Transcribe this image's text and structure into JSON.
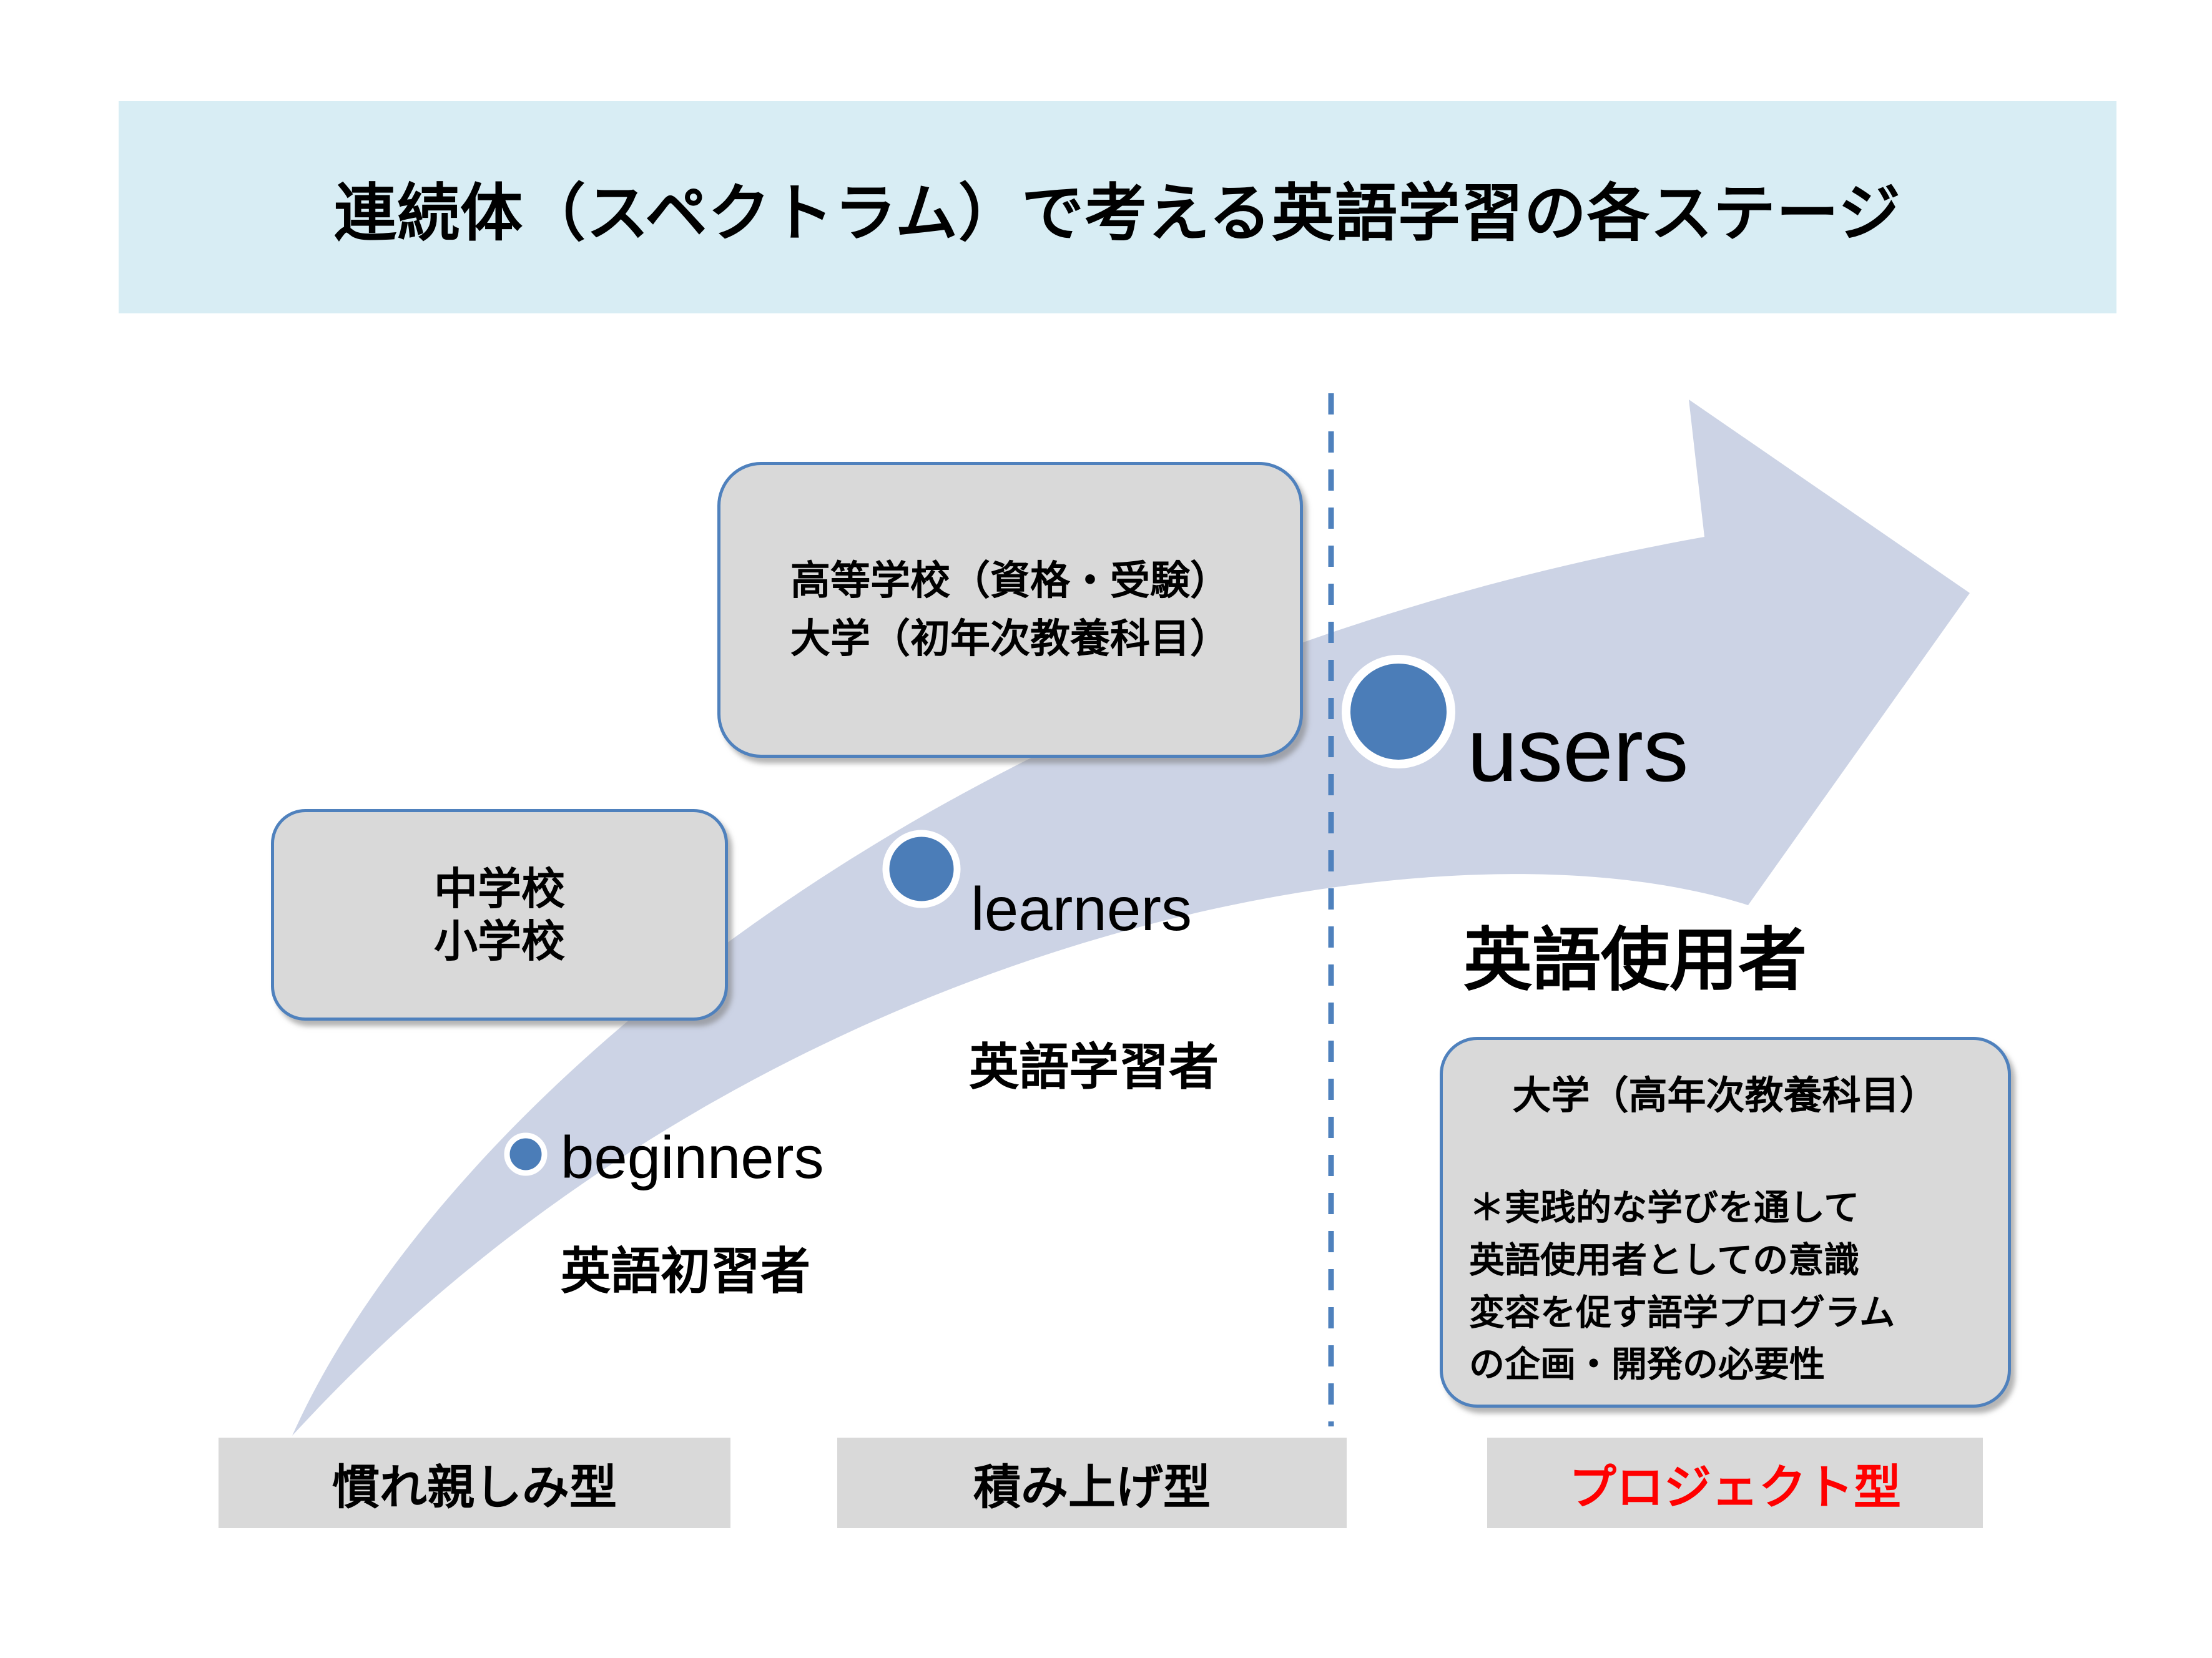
{
  "slide": {
    "title": "連続体（スペクトラム）で考える英語学習の各ステージ"
  },
  "stages": {
    "beginners": {
      "en": "beginners",
      "ja": "英語初習者"
    },
    "learners": {
      "en": "learners",
      "ja": "英語学習者"
    },
    "users": {
      "en": "users",
      "ja": "英語使用者"
    }
  },
  "callouts": {
    "junior": {
      "line1": "中学校",
      "line2": "小学校"
    },
    "highschool": {
      "line1": "高等学校（資格・受験）",
      "line2": "大学（初年次教養科目）"
    },
    "university": {
      "heading": "大学（高年次教養科目）",
      "body1": "＊実践的な学びを通して",
      "body2": "英語使用者としての意識",
      "body3": "変容を促す語学プログラム",
      "body4": "の企画・開発の必要性"
    }
  },
  "categories": {
    "familiarity": "慣れ親しみ型",
    "accumulation": "積み上げ型",
    "project": "プロジェクト型"
  },
  "colors": {
    "title_band": "#d8edf4",
    "arrow_body": "#ccd3e5",
    "marker_blue": "#4b7db8",
    "marker_ring": "#ffffff",
    "accent_blue": "#4f81bd",
    "box_gray": "#d9d9d9",
    "project_red": "#ff0000",
    "text_black": "#000000"
  }
}
